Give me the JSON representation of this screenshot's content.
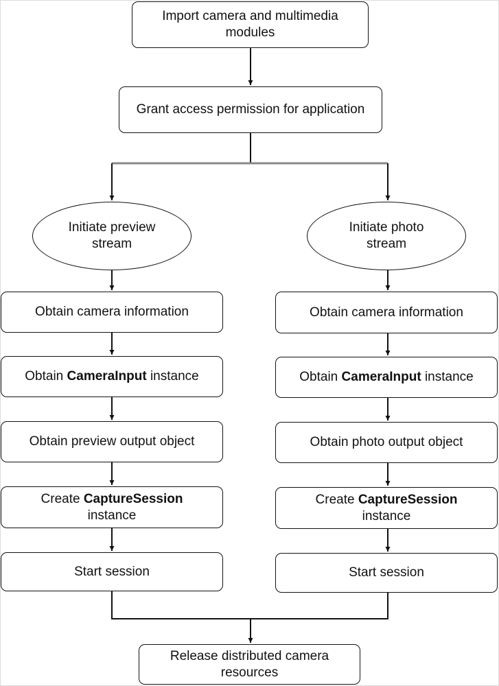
{
  "top": {
    "import_modules": "Import camera and multimedia modules",
    "grant_permission": "Grant access permission for application"
  },
  "preview_branch": {
    "initiate": "Initiate preview stream",
    "obtain_camera_info": "Obtain camera information",
    "obtain_input_pre": "Obtain",
    "obtain_input_bold": "CameraInput",
    "obtain_input_post": "instance",
    "obtain_output": "Obtain preview output object",
    "create_session_pre": "Create",
    "create_session_bold": "CaptureSession",
    "create_session_post": "instance",
    "start_session": "Start session"
  },
  "photo_branch": {
    "initiate": "Initiate photo stream",
    "obtain_camera_info": "Obtain camera information",
    "obtain_input_pre": "Obtain",
    "obtain_input_bold": "CameraInput",
    "obtain_input_post": "instance",
    "obtain_output": "Obtain photo output object",
    "create_session_pre": "Create",
    "create_session_bold": "CaptureSession",
    "create_session_post": "instance",
    "start_session": "Start session"
  },
  "bottom": {
    "release_resources": "Release distributed camera resources"
  }
}
